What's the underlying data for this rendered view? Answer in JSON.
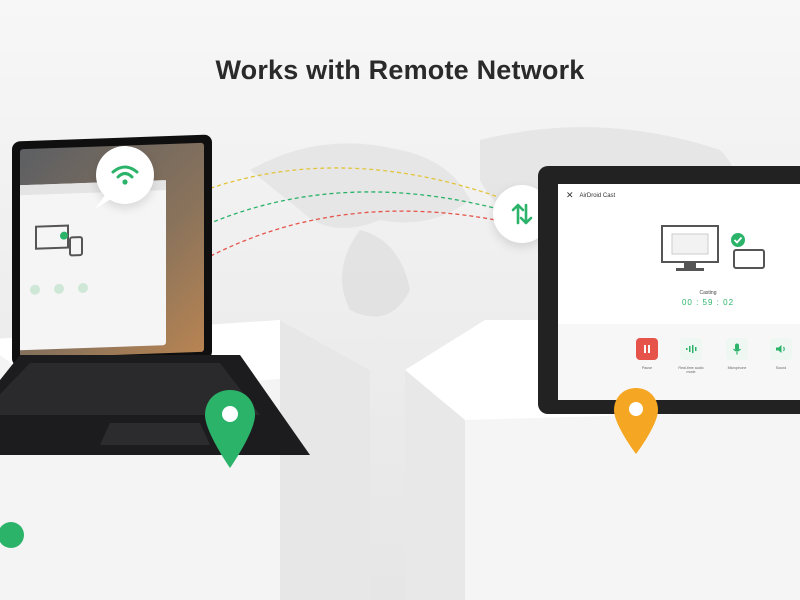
{
  "headline": "Works with Remote Network",
  "tablet": {
    "app_title": "AirDroid Cast",
    "close_icon": "close-icon",
    "casting_label": "Casting",
    "timer": "00 : 59 : 02",
    "controls": [
      {
        "icon": "pause-icon",
        "label": "Pause",
        "color": "#e5534b"
      },
      {
        "icon": "audio-icon",
        "label": "Real-time audio mode",
        "color": "#2bb36a"
      },
      {
        "icon": "microphone-icon",
        "label": "Microphone",
        "color": "#2bb36a"
      },
      {
        "icon": "sound-icon",
        "label": "Sound",
        "color": "#2bb36a"
      }
    ]
  },
  "colors": {
    "brand_green": "#2bb36a",
    "pin_green": "#2bb36a",
    "pin_orange": "#f5a623",
    "link_red": "#e5534b",
    "link_yellow": "#e2c43a",
    "link_green": "#2bb36a"
  },
  "icons": {
    "wifi": "wifi-icon",
    "transfer": "transfer-arrows-icon",
    "location_pin": "location-pin-icon"
  }
}
